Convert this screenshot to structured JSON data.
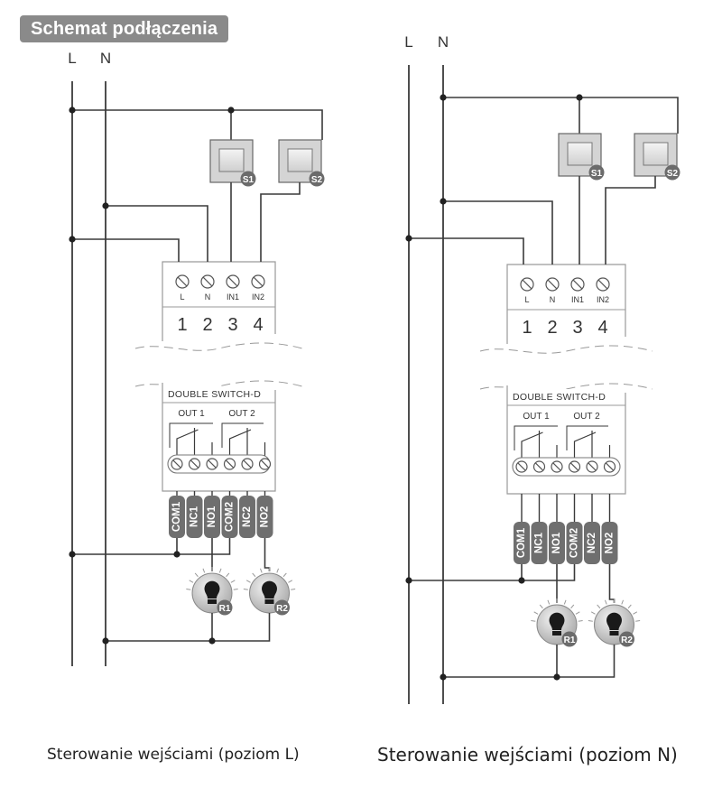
{
  "header": {
    "title": "Schemat podłączenia"
  },
  "rails": {
    "line": "L",
    "neutral": "N"
  },
  "switches": [
    "S1",
    "S2"
  ],
  "terminals_top": {
    "labels": [
      "L",
      "N",
      "IN1",
      "IN2"
    ],
    "numbers": [
      "1",
      "2",
      "3",
      "4"
    ]
  },
  "module": {
    "name": "DOUBLE SWITCH-D",
    "out1": "OUT 1",
    "out2": "OUT 2"
  },
  "output_tags": [
    "COM1",
    "NC1",
    "NO1",
    "COM2",
    "NC2",
    "NO2"
  ],
  "loads": [
    "R1",
    "R2"
  ],
  "captions": {
    "left": "Sterowanie wejściami (poziom L)",
    "right": "Sterowanie wejściami (poziom N)"
  },
  "colors": {
    "line": "#3a3a3a",
    "badge": "#8a8a8a",
    "tag": "#6f6f6f",
    "module_border": "#9a9a9a"
  }
}
